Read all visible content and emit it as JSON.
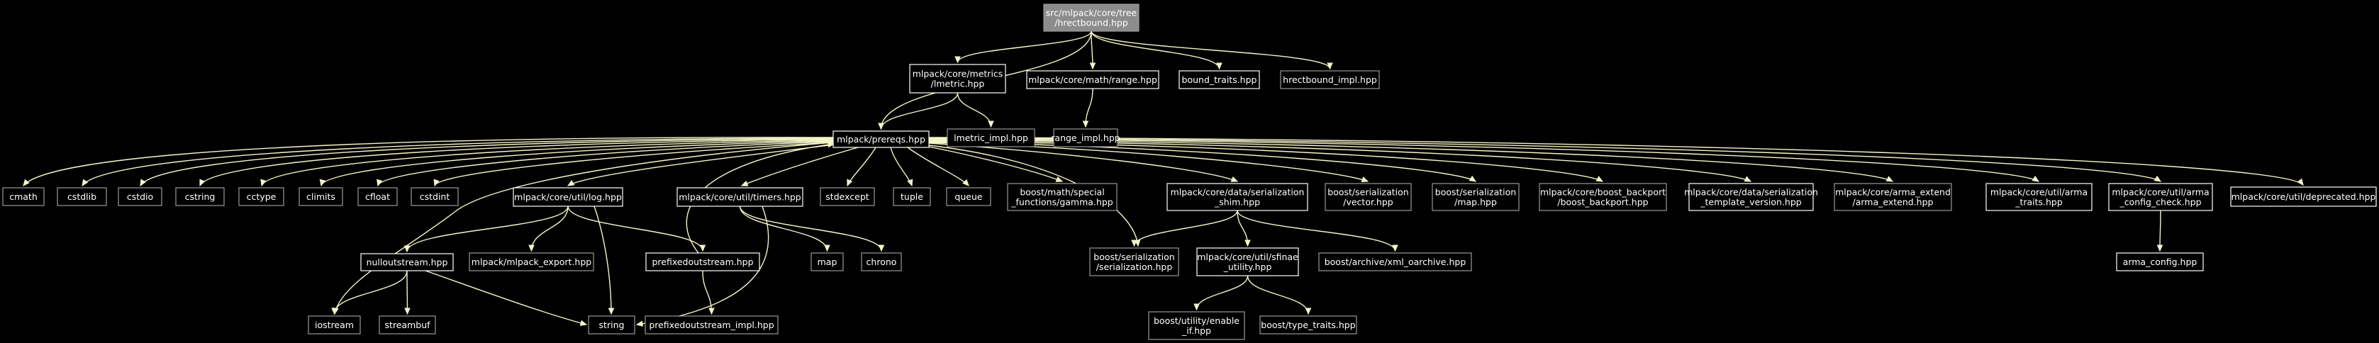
{
  "colors": {
    "background": "#000000",
    "edge": "#F5F5C8",
    "node_text": "#FFFFFF",
    "documented_border": "#FFFFFF",
    "undocumented_border": "#9A9A9A",
    "root_fill": "#8C8C8C"
  },
  "nodes": [
    {
      "id": "root",
      "lines": [
        "src/mlpack/core/tree",
        "/hrectbound.hpp"
      ],
      "style": "root"
    },
    {
      "id": "lmetric",
      "lines": [
        "mlpack/core/metrics",
        "/lmetric.hpp"
      ],
      "style": "documented"
    },
    {
      "id": "range",
      "lines": [
        "mlpack/core/math/range.hpp"
      ],
      "style": "documented"
    },
    {
      "id": "bound_traits",
      "lines": [
        "bound_traits.hpp"
      ],
      "style": "documented"
    },
    {
      "id": "hrect_impl",
      "lines": [
        "hrectbound_impl.hpp"
      ],
      "style": "plain"
    },
    {
      "id": "prereqs",
      "lines": [
        "mlpack/prereqs.hpp"
      ],
      "style": "documented"
    },
    {
      "id": "lmetric_impl",
      "lines": [
        "lmetric_impl.hpp"
      ],
      "style": "plain"
    },
    {
      "id": "range_impl",
      "lines": [
        "range_impl.hpp"
      ],
      "style": "plain"
    },
    {
      "id": "cmath",
      "lines": [
        "cmath"
      ],
      "style": "plain"
    },
    {
      "id": "cstdlib",
      "lines": [
        "cstdlib"
      ],
      "style": "plain"
    },
    {
      "id": "cstdio",
      "lines": [
        "cstdio"
      ],
      "style": "plain"
    },
    {
      "id": "cstring",
      "lines": [
        "cstring"
      ],
      "style": "plain"
    },
    {
      "id": "cctype",
      "lines": [
        "cctype"
      ],
      "style": "plain"
    },
    {
      "id": "climits",
      "lines": [
        "climits"
      ],
      "style": "plain"
    },
    {
      "id": "cfloat",
      "lines": [
        "cfloat"
      ],
      "style": "plain"
    },
    {
      "id": "cstdint",
      "lines": [
        "cstdint"
      ],
      "style": "plain"
    },
    {
      "id": "log",
      "lines": [
        "mlpack/core/util/log.hpp"
      ],
      "style": "documented"
    },
    {
      "id": "timers",
      "lines": [
        "mlpack/core/util/timers.hpp"
      ],
      "style": "documented"
    },
    {
      "id": "stdexcept",
      "lines": [
        "stdexcept"
      ],
      "style": "plain"
    },
    {
      "id": "tuple",
      "lines": [
        "tuple"
      ],
      "style": "plain"
    },
    {
      "id": "queue",
      "lines": [
        "queue"
      ],
      "style": "plain"
    },
    {
      "id": "gamma",
      "lines": [
        "boost/math/special",
        "_functions/gamma.hpp"
      ],
      "style": "plain"
    },
    {
      "id": "ser_shim",
      "lines": [
        "mlpack/core/data/serialization",
        "_shim.hpp"
      ],
      "style": "documented"
    },
    {
      "id": "bvector",
      "lines": [
        "boost/serialization",
        "/vector.hpp"
      ],
      "style": "plain"
    },
    {
      "id": "bmap",
      "lines": [
        "boost/serialization",
        "/map.hpp"
      ],
      "style": "plain"
    },
    {
      "id": "backport",
      "lines": [
        "mlpack/core/boost_backport",
        "/boost_backport.hpp"
      ],
      "style": "plain"
    },
    {
      "id": "ser_tv",
      "lines": [
        "mlpack/core/data/serialization",
        "_template_version.hpp"
      ],
      "style": "documented"
    },
    {
      "id": "arma_extend",
      "lines": [
        "mlpack/core/arma_extend",
        "/arma_extend.hpp"
      ],
      "style": "plain"
    },
    {
      "id": "arma_traits",
      "lines": [
        "mlpack/core/util/arma",
        "_traits.hpp"
      ],
      "style": "documented"
    },
    {
      "id": "arma_check",
      "lines": [
        "mlpack/core/util/arma",
        "_config_check.hpp"
      ],
      "style": "documented"
    },
    {
      "id": "deprecated",
      "lines": [
        "mlpack/core/util/deprecated.hpp"
      ],
      "style": "documented"
    },
    {
      "id": "nullout",
      "lines": [
        "nulloutstream.hpp"
      ],
      "style": "documented"
    },
    {
      "id": "export",
      "lines": [
        "mlpack/mlpack_export.hpp"
      ],
      "style": "plain"
    },
    {
      "id": "prefixed",
      "lines": [
        "prefixedoutstream.hpp"
      ],
      "style": "documented"
    },
    {
      "id": "map",
      "lines": [
        "map"
      ],
      "style": "plain"
    },
    {
      "id": "chrono",
      "lines": [
        "chrono"
      ],
      "style": "plain"
    },
    {
      "id": "bser",
      "lines": [
        "boost/serialization",
        "/serialization.hpp"
      ],
      "style": "plain"
    },
    {
      "id": "sfinae",
      "lines": [
        "mlpack/core/util/sfinae",
        "_utility.hpp"
      ],
      "style": "documented"
    },
    {
      "id": "xml",
      "lines": [
        "boost/archive/xml_oarchive.hpp"
      ],
      "style": "plain"
    },
    {
      "id": "arma_config",
      "lines": [
        "arma_config.hpp"
      ],
      "style": "documented"
    },
    {
      "id": "iostream",
      "lines": [
        "iostream"
      ],
      "style": "plain"
    },
    {
      "id": "streambuf",
      "lines": [
        "streambuf"
      ],
      "style": "plain"
    },
    {
      "id": "string",
      "lines": [
        "string"
      ],
      "style": "plain"
    },
    {
      "id": "prefixed_impl",
      "lines": [
        "prefixedoutstream_impl.hpp"
      ],
      "style": "plain"
    },
    {
      "id": "enable_if",
      "lines": [
        "boost/utility/enable",
        "_if.hpp"
      ],
      "style": "plain"
    },
    {
      "id": "type_traits",
      "lines": [
        "boost/type_traits.hpp"
      ],
      "style": "plain"
    }
  ],
  "edges": [
    [
      "root",
      "lmetric"
    ],
    [
      "root",
      "range"
    ],
    [
      "root",
      "bound_traits"
    ],
    [
      "root",
      "hrect_impl"
    ],
    [
      "root",
      "prereqs"
    ],
    [
      "lmetric",
      "prereqs"
    ],
    [
      "lmetric",
      "lmetric_impl"
    ],
    [
      "range",
      "range_impl"
    ],
    [
      "prereqs",
      "cmath"
    ],
    [
      "prereqs",
      "cstdlib"
    ],
    [
      "prereqs",
      "cstdio"
    ],
    [
      "prereqs",
      "cstring"
    ],
    [
      "prereqs",
      "cctype"
    ],
    [
      "prereqs",
      "climits"
    ],
    [
      "prereqs",
      "cfloat"
    ],
    [
      "prereqs",
      "cstdint"
    ],
    [
      "prereqs",
      "log"
    ],
    [
      "prereqs",
      "timers"
    ],
    [
      "prereqs",
      "stdexcept"
    ],
    [
      "prereqs",
      "tuple"
    ],
    [
      "prereqs",
      "queue"
    ],
    [
      "prereqs",
      "gamma"
    ],
    [
      "prereqs",
      "ser_shim"
    ],
    [
      "prereqs",
      "bvector"
    ],
    [
      "prereqs",
      "bmap"
    ],
    [
      "prereqs",
      "backport"
    ],
    [
      "prereqs",
      "ser_tv"
    ],
    [
      "prereqs",
      "arma_extend"
    ],
    [
      "prereqs",
      "arma_traits"
    ],
    [
      "prereqs",
      "arma_check"
    ],
    [
      "prereqs",
      "deprecated"
    ],
    [
      "prereqs",
      "iostream"
    ],
    [
      "prereqs",
      "bser"
    ],
    [
      "log",
      "nullout"
    ],
    [
      "log",
      "export"
    ],
    [
      "log",
      "prefixed"
    ],
    [
      "log",
      "string"
    ],
    [
      "nullout",
      "iostream"
    ],
    [
      "nullout",
      "streambuf"
    ],
    [
      "nullout",
      "string"
    ],
    [
      "prefixed",
      "prereqs"
    ],
    [
      "prefixed",
      "prefixed_impl"
    ],
    [
      "timers",
      "map"
    ],
    [
      "timers",
      "chrono"
    ],
    [
      "timers",
      "string"
    ],
    [
      "ser_shim",
      "bser"
    ],
    [
      "ser_shim",
      "sfinae"
    ],
    [
      "ser_shim",
      "xml"
    ],
    [
      "sfinae",
      "enable_if"
    ],
    [
      "sfinae",
      "type_traits"
    ],
    [
      "arma_check",
      "arma_config"
    ]
  ]
}
